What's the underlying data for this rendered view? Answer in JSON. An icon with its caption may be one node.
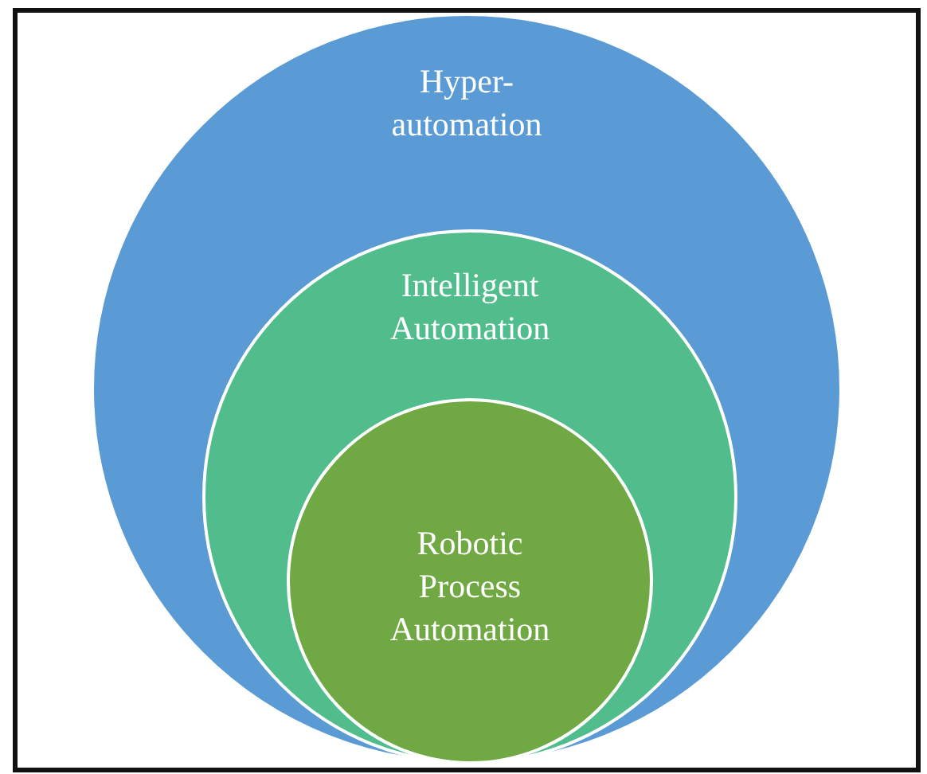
{
  "diagram": {
    "nodes": [
      {
        "text": [
          "Hyper- automation"
        ]
      },
      {
        "text": [
          "Intelligent Automation"
        ],
        "in": 0
      },
      {
        "text": [
          "Robotic Process Automation"
        ],
        "in": 1
      }
    ]
  }
}
